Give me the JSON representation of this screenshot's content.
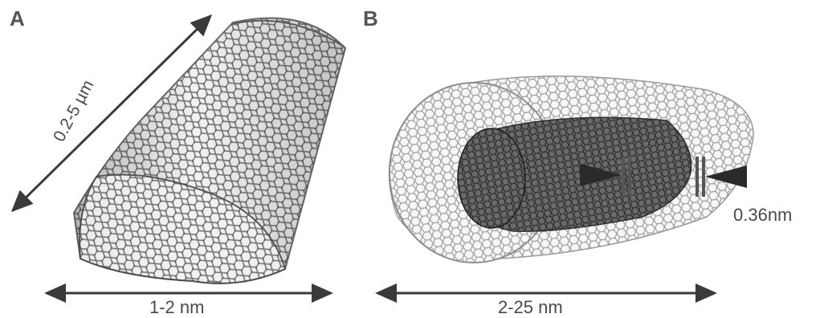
{
  "panels": {
    "a": {
      "label": "A",
      "length_label": "0.2-5 µm",
      "diameter_label": "1-2 nm"
    },
    "b": {
      "label": "B",
      "diameter_label": "2-25 nm",
      "spacing_label": "0.36nm"
    }
  },
  "colors": {
    "lattice": "#8a8a8a",
    "lattice_dark": "#3c3c3c",
    "arrow": "#3a3a3a",
    "text": "#4a4a4a"
  }
}
